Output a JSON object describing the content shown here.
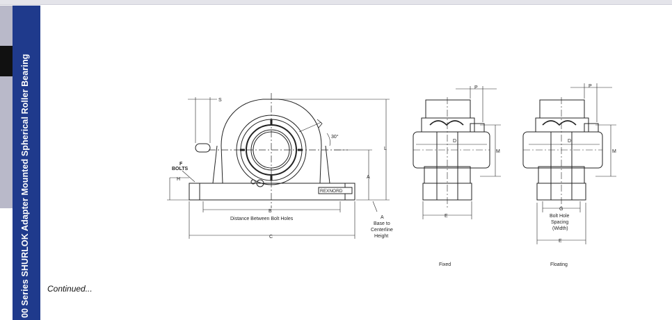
{
  "sidebar": {
    "title": "00 Series SHURLOK Adapter Mounted Spherical Roller Bearing"
  },
  "footer": {
    "continued": "Continued..."
  },
  "drawing": {
    "labels": {
      "s": "S",
      "angle": "30°",
      "l": "L",
      "f": "F",
      "bolts": "BOLTS",
      "h": "H",
      "a": "A",
      "brand": "REXNORD",
      "b": "B",
      "distance": "Distance Between Bolt Holes",
      "a2": "A",
      "base1": "Base to",
      "base2": "Centerline",
      "base3": "Height",
      "c": "C",
      "p1": "P",
      "d1": "D",
      "m1": "M",
      "e1": "E",
      "fixed": "Fixed",
      "p2": "P",
      "d2": "D",
      "m2": "M",
      "g": "G",
      "bh1": "Bolt Hole",
      "bh2": "Spacing",
      "bh3": "(Width)",
      "e2": "E",
      "floating": "Floating"
    }
  }
}
